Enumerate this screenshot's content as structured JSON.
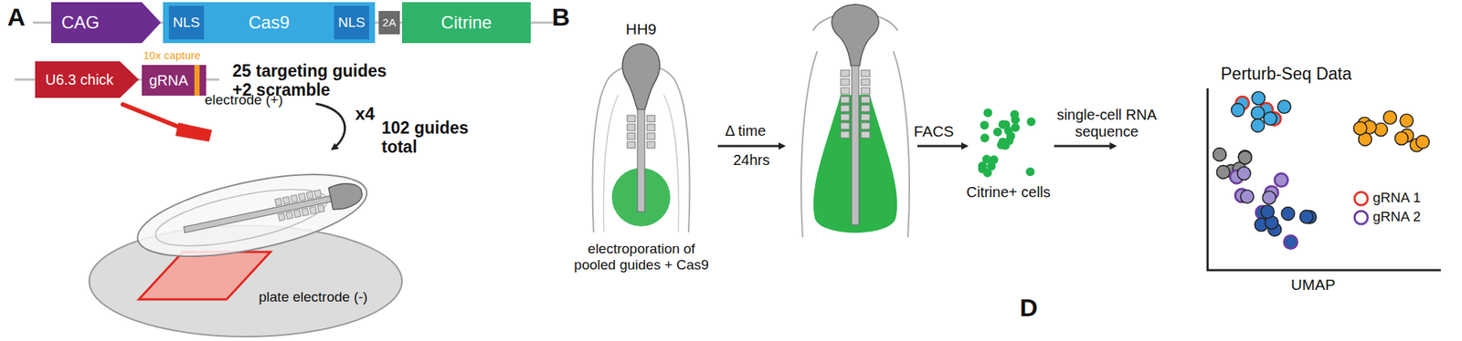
{
  "diagram": {
    "nodes": [
      {
        "text": [
          "CAG"
        ]
      },
      {
        "text": [
          "Cas9"
        ]
      },
      {
        "text": [
          "NLS"
        ],
        "in": 1
      },
      {
        "text": [
          "NLS"
        ],
        "in": 1
      },
      {
        "text": [
          "2A"
        ]
      },
      {
        "text": [
          "Citrine"
        ]
      },
      {
        "text": [
          "U6.3 chick"
        ]
      },
      {
        "text": [
          "10x capture",
          "gRNA"
        ]
      }
    ],
    "labels": [
      "A",
      "25 targeting guides +2 scramble",
      "x4",
      "102 guides total",
      "electrode (+)",
      "plate electrode (-)",
      "B",
      "HH9",
      "electroporation of pooled guides + Cas9",
      "Δ time",
      "24hrs",
      "FACS",
      "Citrine+ cells",
      "single-cell RNA sequence",
      "Perturb-Seq Data",
      "UMAP",
      "D"
    ],
    "legend": [
      {
        "text": "gRNA 1"
      },
      {
        "text": "gRNA 2"
      }
    ]
  }
}
